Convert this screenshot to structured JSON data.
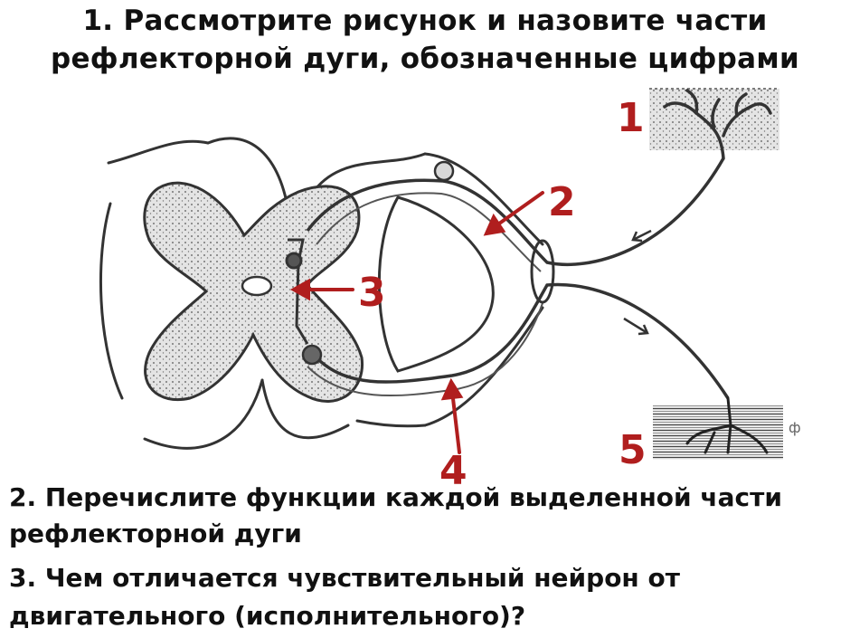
{
  "questions": {
    "q1": "1. Рассмотрите рисунок и назовите части рефлекторной дуги, обозначенные цифрами",
    "q2": "2. Перечислите функции каждой выделенной части рефлекторной дуги",
    "q3": "3. Чем отличается чувствительный нейрон от двигательного (исполнительного)?"
  },
  "labels": {
    "n1": "1",
    "n2": "2",
    "n3": "3",
    "n4": "4",
    "n5": "5",
    "corner_mark": "ф"
  },
  "colors": {
    "label_red": "#b01e1e",
    "line": "#333333",
    "stipple": "#e2e2e2"
  }
}
